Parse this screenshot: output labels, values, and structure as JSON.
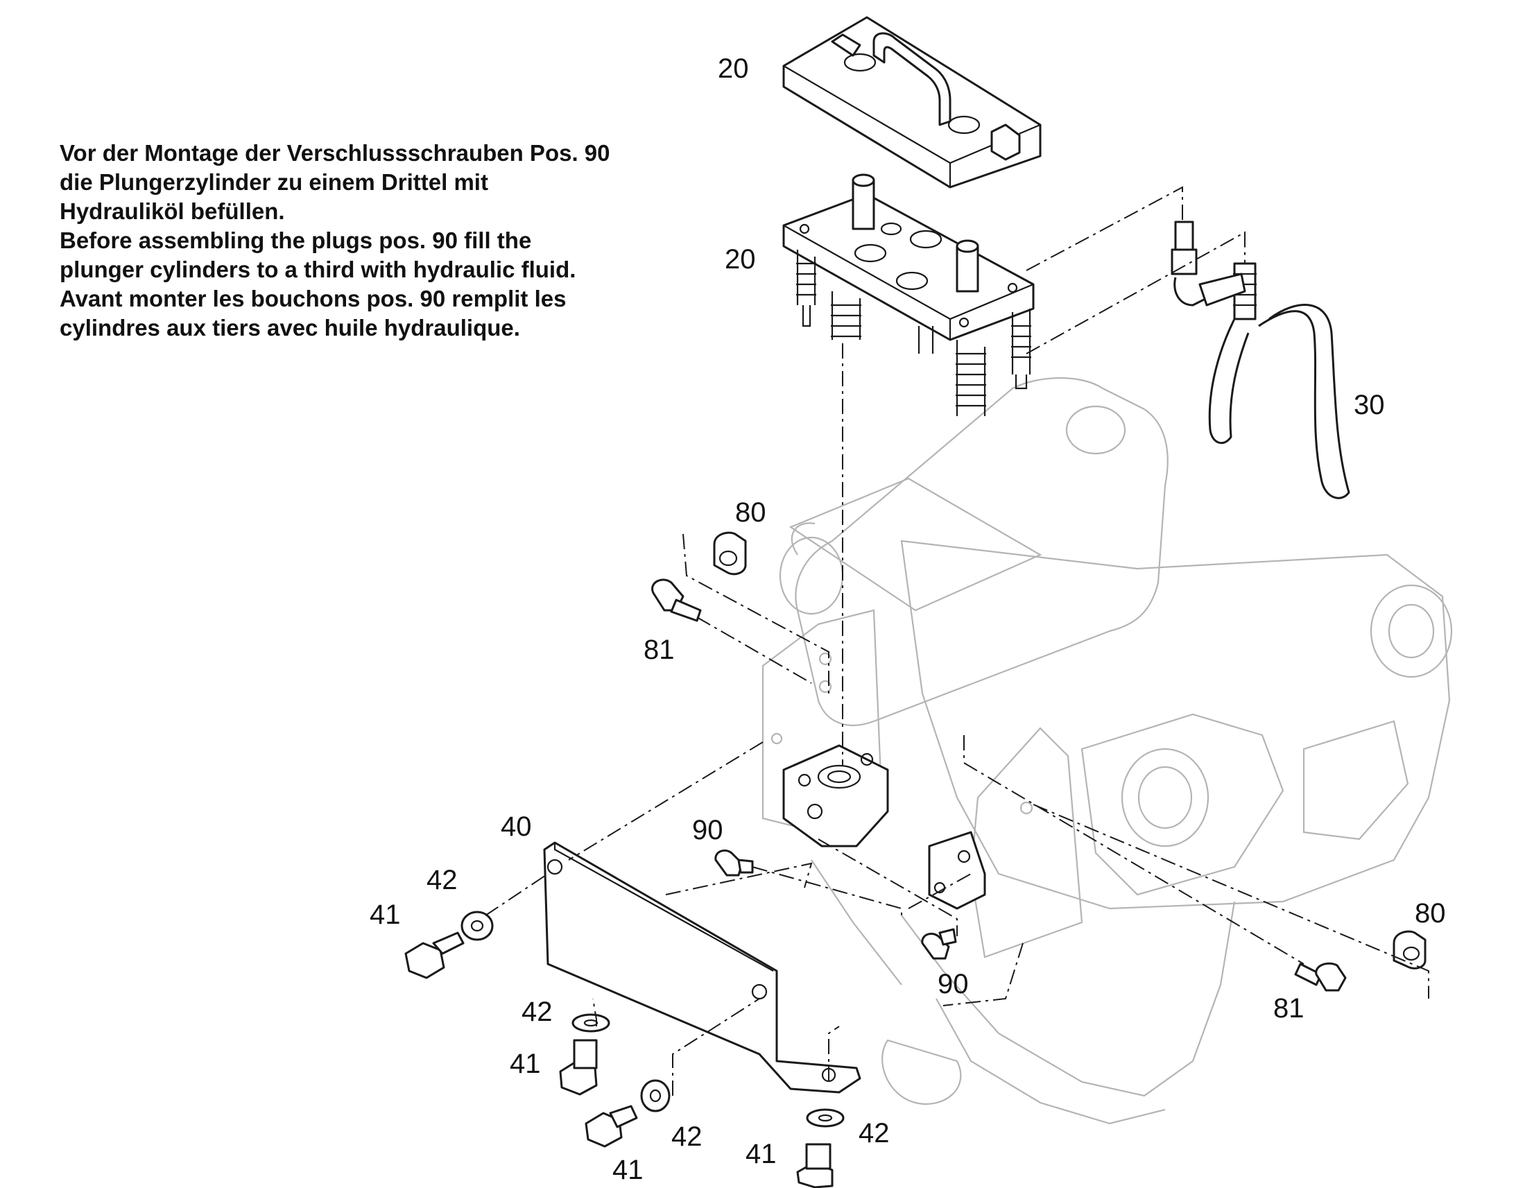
{
  "note": {
    "lines": [
      "Vor der Montage der Verschlussschrauben Pos. 90",
      "die Plungerzylinder zu einem Drittel mit",
      "Hydrauliköl befüllen.",
      "Before assembling the plugs pos. 90 fill the",
      "plunger cylinders to a third with hydraulic fluid.",
      "Avant monter les bouchons pos. 90 remplit les",
      "cylindres aux tiers avec huile hydraulique."
    ]
  },
  "labels": {
    "cover_plate": "20",
    "valve_block": "20",
    "hose": "30",
    "spacer_left": "80",
    "screw_left": "81",
    "bracket": "40",
    "plug_upper": "90",
    "washer_a": "42",
    "bolt_a": "41",
    "washer_b": "42",
    "bolt_b": "41",
    "washer_c": "42",
    "bolt_c": "41",
    "washer_d": "42",
    "bolt_d": "41",
    "plug_lower": "90",
    "spacer_right": "80",
    "screw_right": "81"
  },
  "colors": {
    "line": "#1a1a1a",
    "ghost": "#b4b4b4",
    "background": "#ffffff"
  }
}
